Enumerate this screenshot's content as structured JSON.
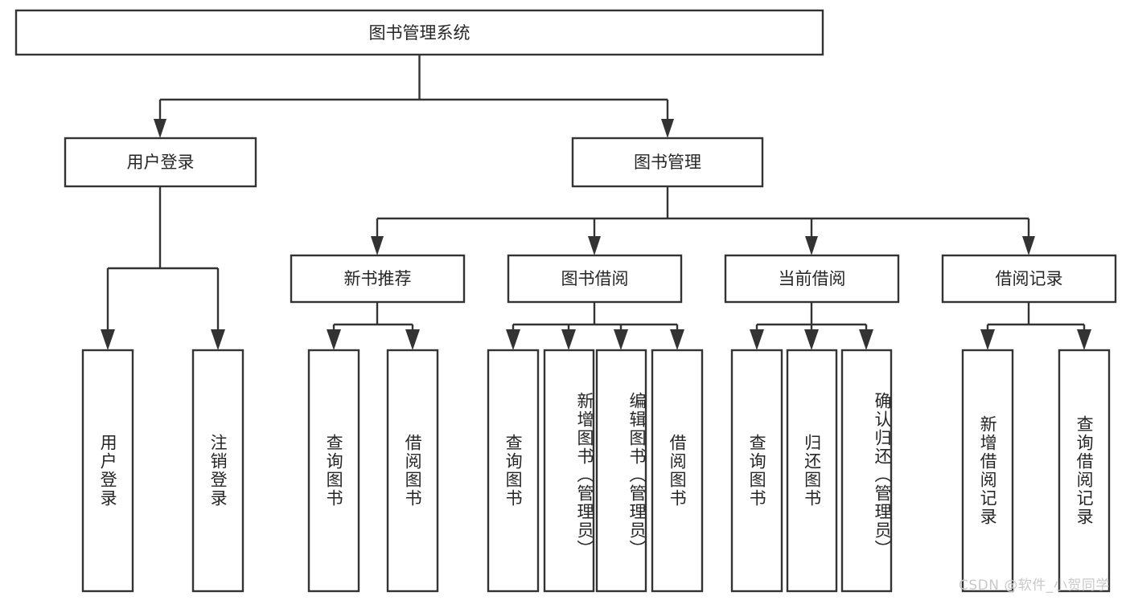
{
  "diagram": {
    "title": "图书管理系统",
    "type": "tree",
    "orientation": "top-down",
    "colors": {
      "background": "#ffffff",
      "box_fill": "#ffffff",
      "box_stroke": "#333333",
      "text": "#262626",
      "watermark": "#c9c9c9"
    },
    "root": {
      "label": "图书管理系统"
    },
    "level1": [
      {
        "label": "用户登录"
      },
      {
        "label": "图书管理"
      }
    ],
    "level2": [
      {
        "label": "新书推荐"
      },
      {
        "label": "图书借阅"
      },
      {
        "label": "当前借阅"
      },
      {
        "label": "借阅记录"
      }
    ],
    "leaves": {
      "user_login": [
        {
          "label": "用户登录"
        },
        {
          "label": "注销登录"
        }
      ],
      "new_book_recommend": [
        {
          "label": "查询图书"
        },
        {
          "label": "借阅图书"
        }
      ],
      "book_borrow": [
        {
          "label": "查询图书"
        },
        {
          "label": "新增图书（管理员）"
        },
        {
          "label": "编辑图书（管理员）"
        },
        {
          "label": "借阅图书"
        }
      ],
      "current_borrow": [
        {
          "label": "查询图书"
        },
        {
          "label": "归还图书"
        },
        {
          "label": "确认归还（管理员）"
        }
      ],
      "borrow_record": [
        {
          "label": "新增借阅记录"
        },
        {
          "label": "查询借阅记录"
        }
      ]
    },
    "watermark": "CSDN @软件_小贺同学"
  }
}
